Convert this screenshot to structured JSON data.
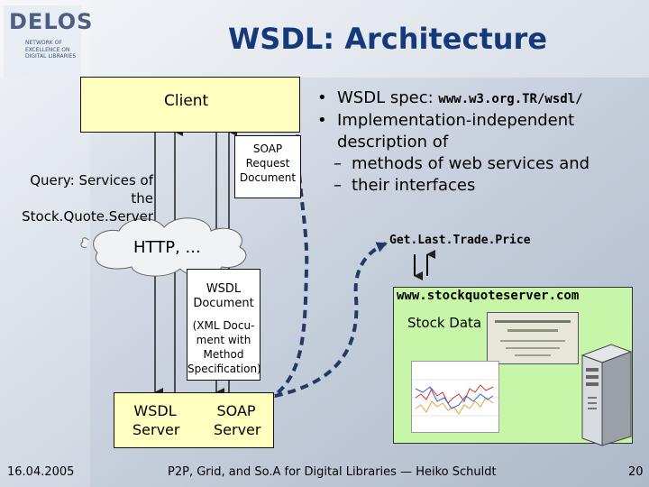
{
  "header": {
    "title": "WSDL: Architecture",
    "logo_name": "DELOS",
    "logo_subtitle": "NETWORK OF EXCELLENCE ON DIGITAL LIBRARIES"
  },
  "diagram": {
    "client_label": "Client",
    "soap_request_doc": [
      "SOAP",
      "Request",
      "Document"
    ],
    "query_label": [
      "Query: Services of",
      "the Stock.Quote.Server"
    ],
    "cloud_label": "HTTP, ...",
    "wsdl_doc_title": [
      "WSDL",
      "Document"
    ],
    "wsdl_doc_note": [
      "(XML Docu-",
      "ment with",
      "Method",
      "Specification)"
    ],
    "wsdl_server_label": [
      "WSDL",
      "Server"
    ],
    "soap_server_label": [
      "SOAP",
      "Server"
    ],
    "operation_label": "Get.Last.Trade.Price",
    "server_url": "www.stockquoteserver.com",
    "stock_data_label": "Stock Data"
  },
  "bullets": {
    "item1_text": "WSDL spec: ",
    "item1_url": "www.w3.org.TR/wsdl/",
    "item2_lines": [
      "Implementation-independent",
      "description of"
    ],
    "subitems": [
      "methods of web services and",
      "their interfaces"
    ]
  },
  "footer": {
    "date": "16.04.2005",
    "center": "P2P, Grid, and So.A for Digital Libraries — Heiko Schuldt",
    "page": "20"
  },
  "colors": {
    "title": "#153a7a",
    "client_box": "#ffffc0",
    "stock_panel": "#c7f6a8",
    "background": "#d3dbe6"
  }
}
